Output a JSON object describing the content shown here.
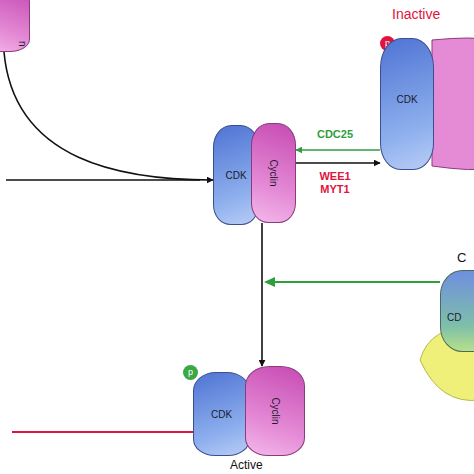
{
  "diagram": {
    "nodes": [
      {
        "text": [
          "n"
        ]
      },
      {
        "text": [
          "p"
        ]
      },
      {
        "text": [
          "CDK"
        ]
      },
      {
        "text": [
          "CDK"
        ]
      },
      {
        "text": [
          "Cyclin"
        ]
      },
      {
        "text": [
          "CD"
        ]
      },
      {
        "text": [
          "p"
        ]
      },
      {
        "text": [
          "CDK"
        ]
      },
      {
        "text": [
          "Cyclin"
        ]
      }
    ],
    "edges": [
      {
        "from": 0,
        "to": 3,
        "arrow": "to"
      },
      {
        "from": 2,
        "to": 4,
        "label": "CDC25",
        "arrow": "to"
      },
      {
        "from": 4,
        "to": 2,
        "label": "WEE1 MYT1",
        "arrow": "to"
      },
      {
        "from": 4,
        "to": 8,
        "arrow": "to"
      }
    ],
    "labels": [
      "Inactive",
      "C",
      "Active"
    ]
  }
}
